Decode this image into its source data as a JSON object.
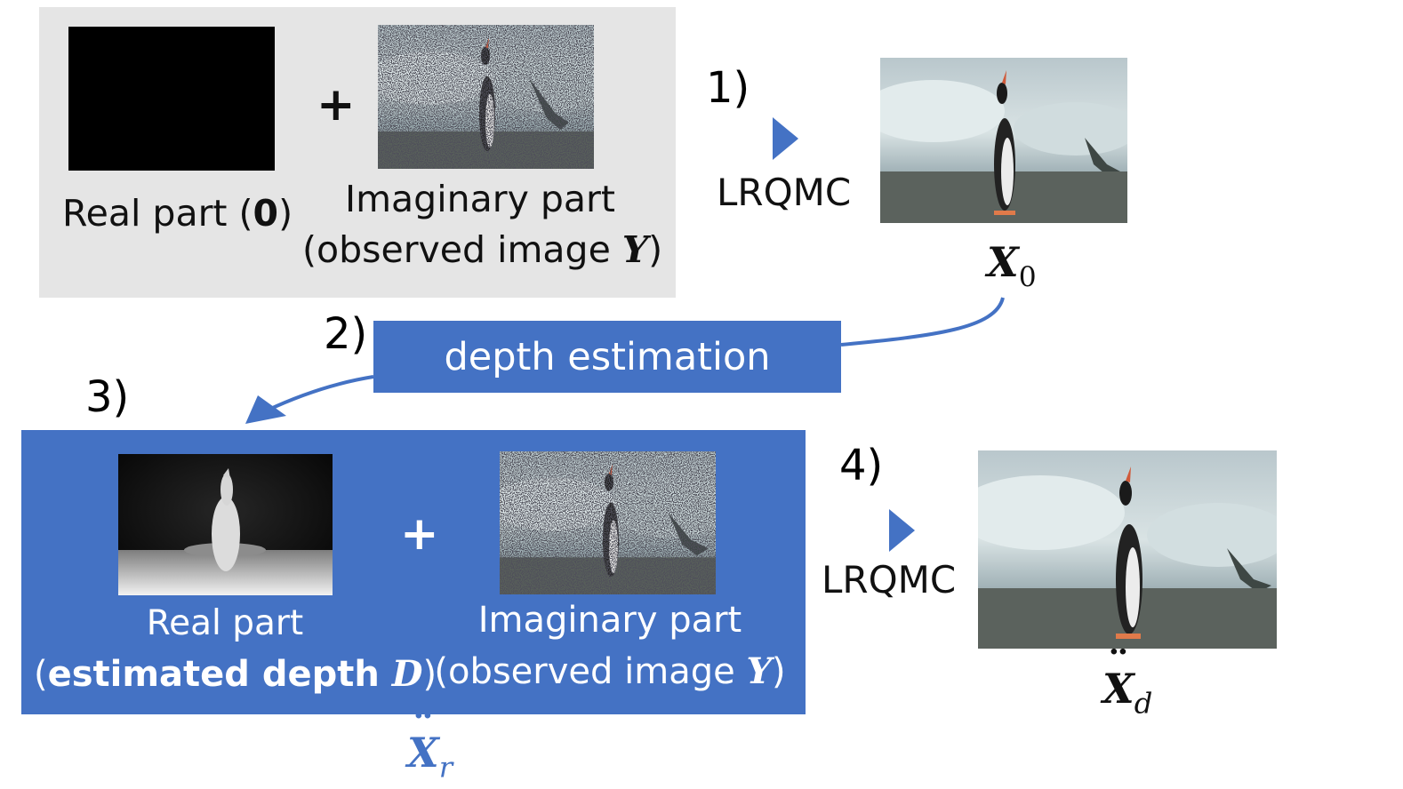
{
  "step1": {
    "label": "1)",
    "method": "LRQMC"
  },
  "step2": {
    "label": "2)",
    "box": "depth estimation"
  },
  "step3": {
    "label": "3)"
  },
  "step4": {
    "label": "4)",
    "method": "LRQMC"
  },
  "top_panel": {
    "real_label_prefix": "Real part (",
    "real_label_bold": "0",
    "real_label_suffix": ")",
    "imag_label_line1": "Imaginary part",
    "imag_label_line2_prefix": "(observed image ",
    "imag_label_line2_math": "Y",
    "imag_label_line2_suffix": ")",
    "plus": "+"
  },
  "bottom_panel": {
    "real_label_line1": "Real part",
    "real_label_line2_prefix": "(",
    "real_label_line2_bold": "estimated depth ",
    "real_label_line2_math": "D",
    "real_label_line2_suffix": ")",
    "imag_label_line1": "Imaginary part",
    "imag_label_line2_prefix": "(observed image ",
    "imag_label_line2_math": "Y",
    "imag_label_line2_suffix": ")",
    "plus": "+"
  },
  "outputs": {
    "x0_main": "X",
    "x0_sub": "0",
    "xd_main": "X",
    "xd_sub": "d",
    "xr_main": "X",
    "xr_sub": "r"
  },
  "colors": {
    "accent_blue": "#4472c4",
    "panel_gray": "#e5e5e5",
    "arrow_blue": "#4472c4"
  }
}
